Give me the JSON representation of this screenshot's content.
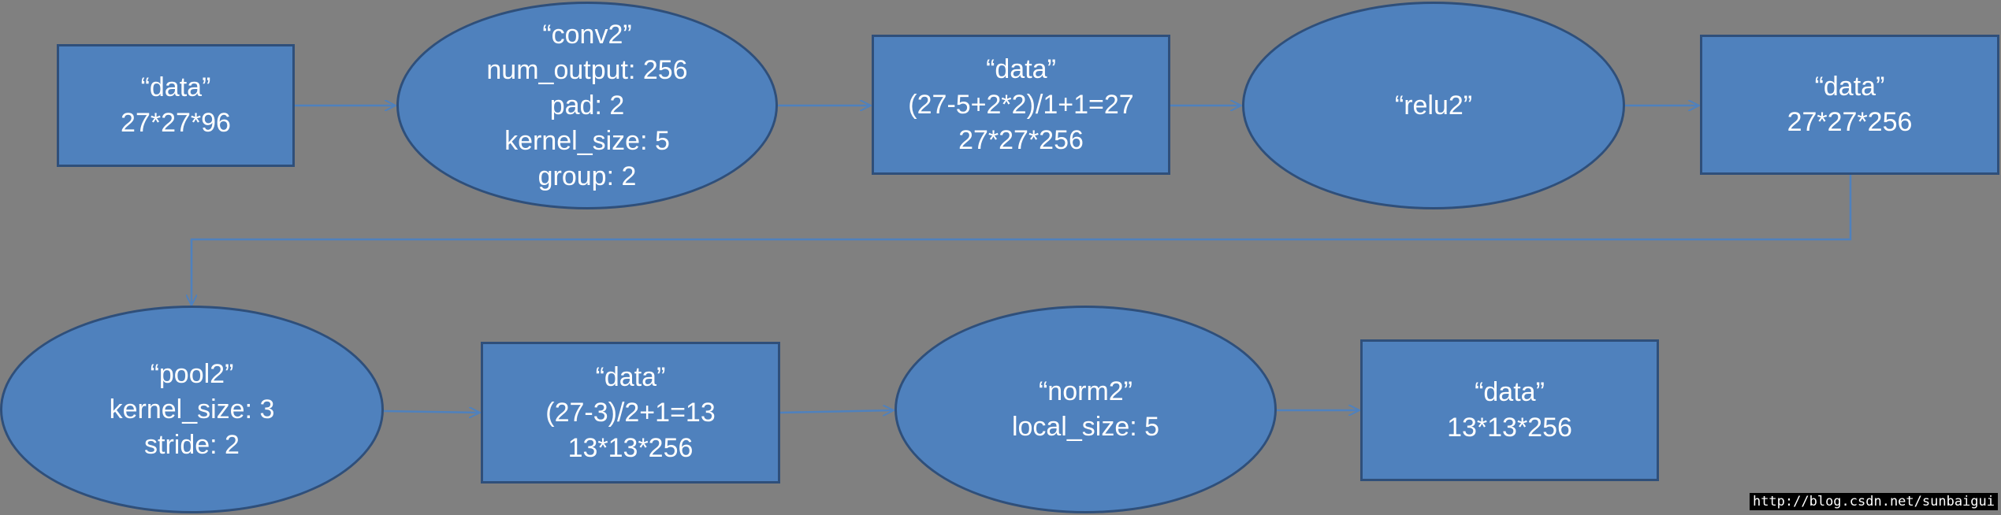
{
  "colors": {
    "background": "#808080",
    "node_fill": "#4f81bd",
    "node_border": "#2f4f7a",
    "arrow": "#4f81bd"
  },
  "nodes": {
    "data1": {
      "lines": [
        "“data”",
        "27*27*96"
      ]
    },
    "conv2": {
      "lines": [
        "“conv2”",
        "num_output: 256",
        "pad: 2",
        "kernel_size: 5",
        "group: 2"
      ]
    },
    "data2": {
      "lines": [
        "“data”",
        "(27-5+2*2)/1+1=27",
        "27*27*256"
      ]
    },
    "relu2": {
      "lines": [
        "“relu2”"
      ]
    },
    "data3": {
      "lines": [
        "“data”",
        "27*27*256"
      ]
    },
    "pool2": {
      "lines": [
        "“pool2”",
        "kernel_size: 3",
        "stride: 2"
      ]
    },
    "data4": {
      "lines": [
        "“data”",
        "(27-3)/2+1=13",
        "13*13*256"
      ]
    },
    "norm2": {
      "lines": [
        "“norm2”",
        "local_size: 5"
      ]
    },
    "data5": {
      "lines": [
        "“data”",
        "13*13*256"
      ]
    }
  },
  "watermark": "http://blog.csdn.net/sunbaigui"
}
